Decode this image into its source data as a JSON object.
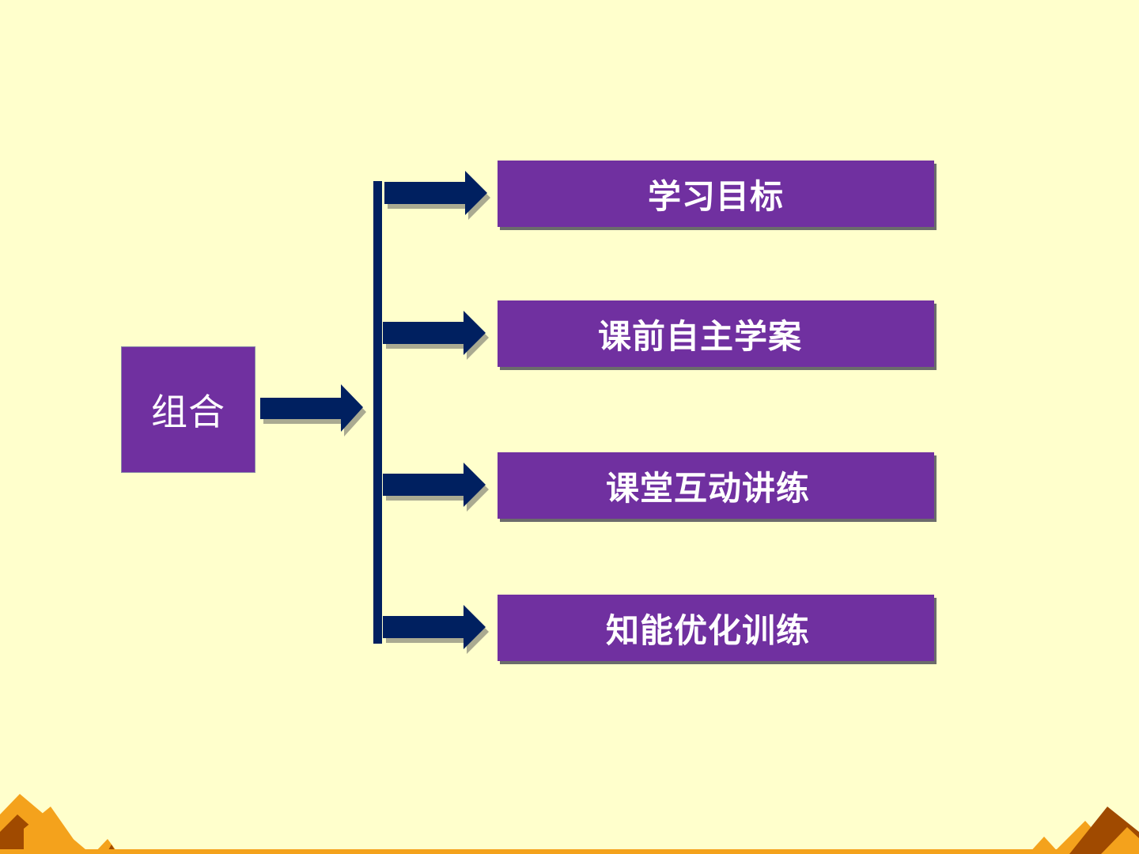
{
  "diagram": {
    "root": {
      "label": "组合"
    },
    "nodes": [
      {
        "label": "学习目标"
      },
      {
        "label": "课前自主学案"
      },
      {
        "label": "课堂互动讲练"
      },
      {
        "label": "知能优化训练"
      }
    ]
  },
  "colors": {
    "background": "#ffffcc",
    "box_fill": "#7030a0",
    "arrow_fill": "#002060",
    "box_text": "#ffffff",
    "decor_orange": "#f4a21c",
    "decor_dark": "#a04a00"
  },
  "icons": [
    "arrow-right-icon",
    "bracket-line",
    "triangle-decoration"
  ]
}
